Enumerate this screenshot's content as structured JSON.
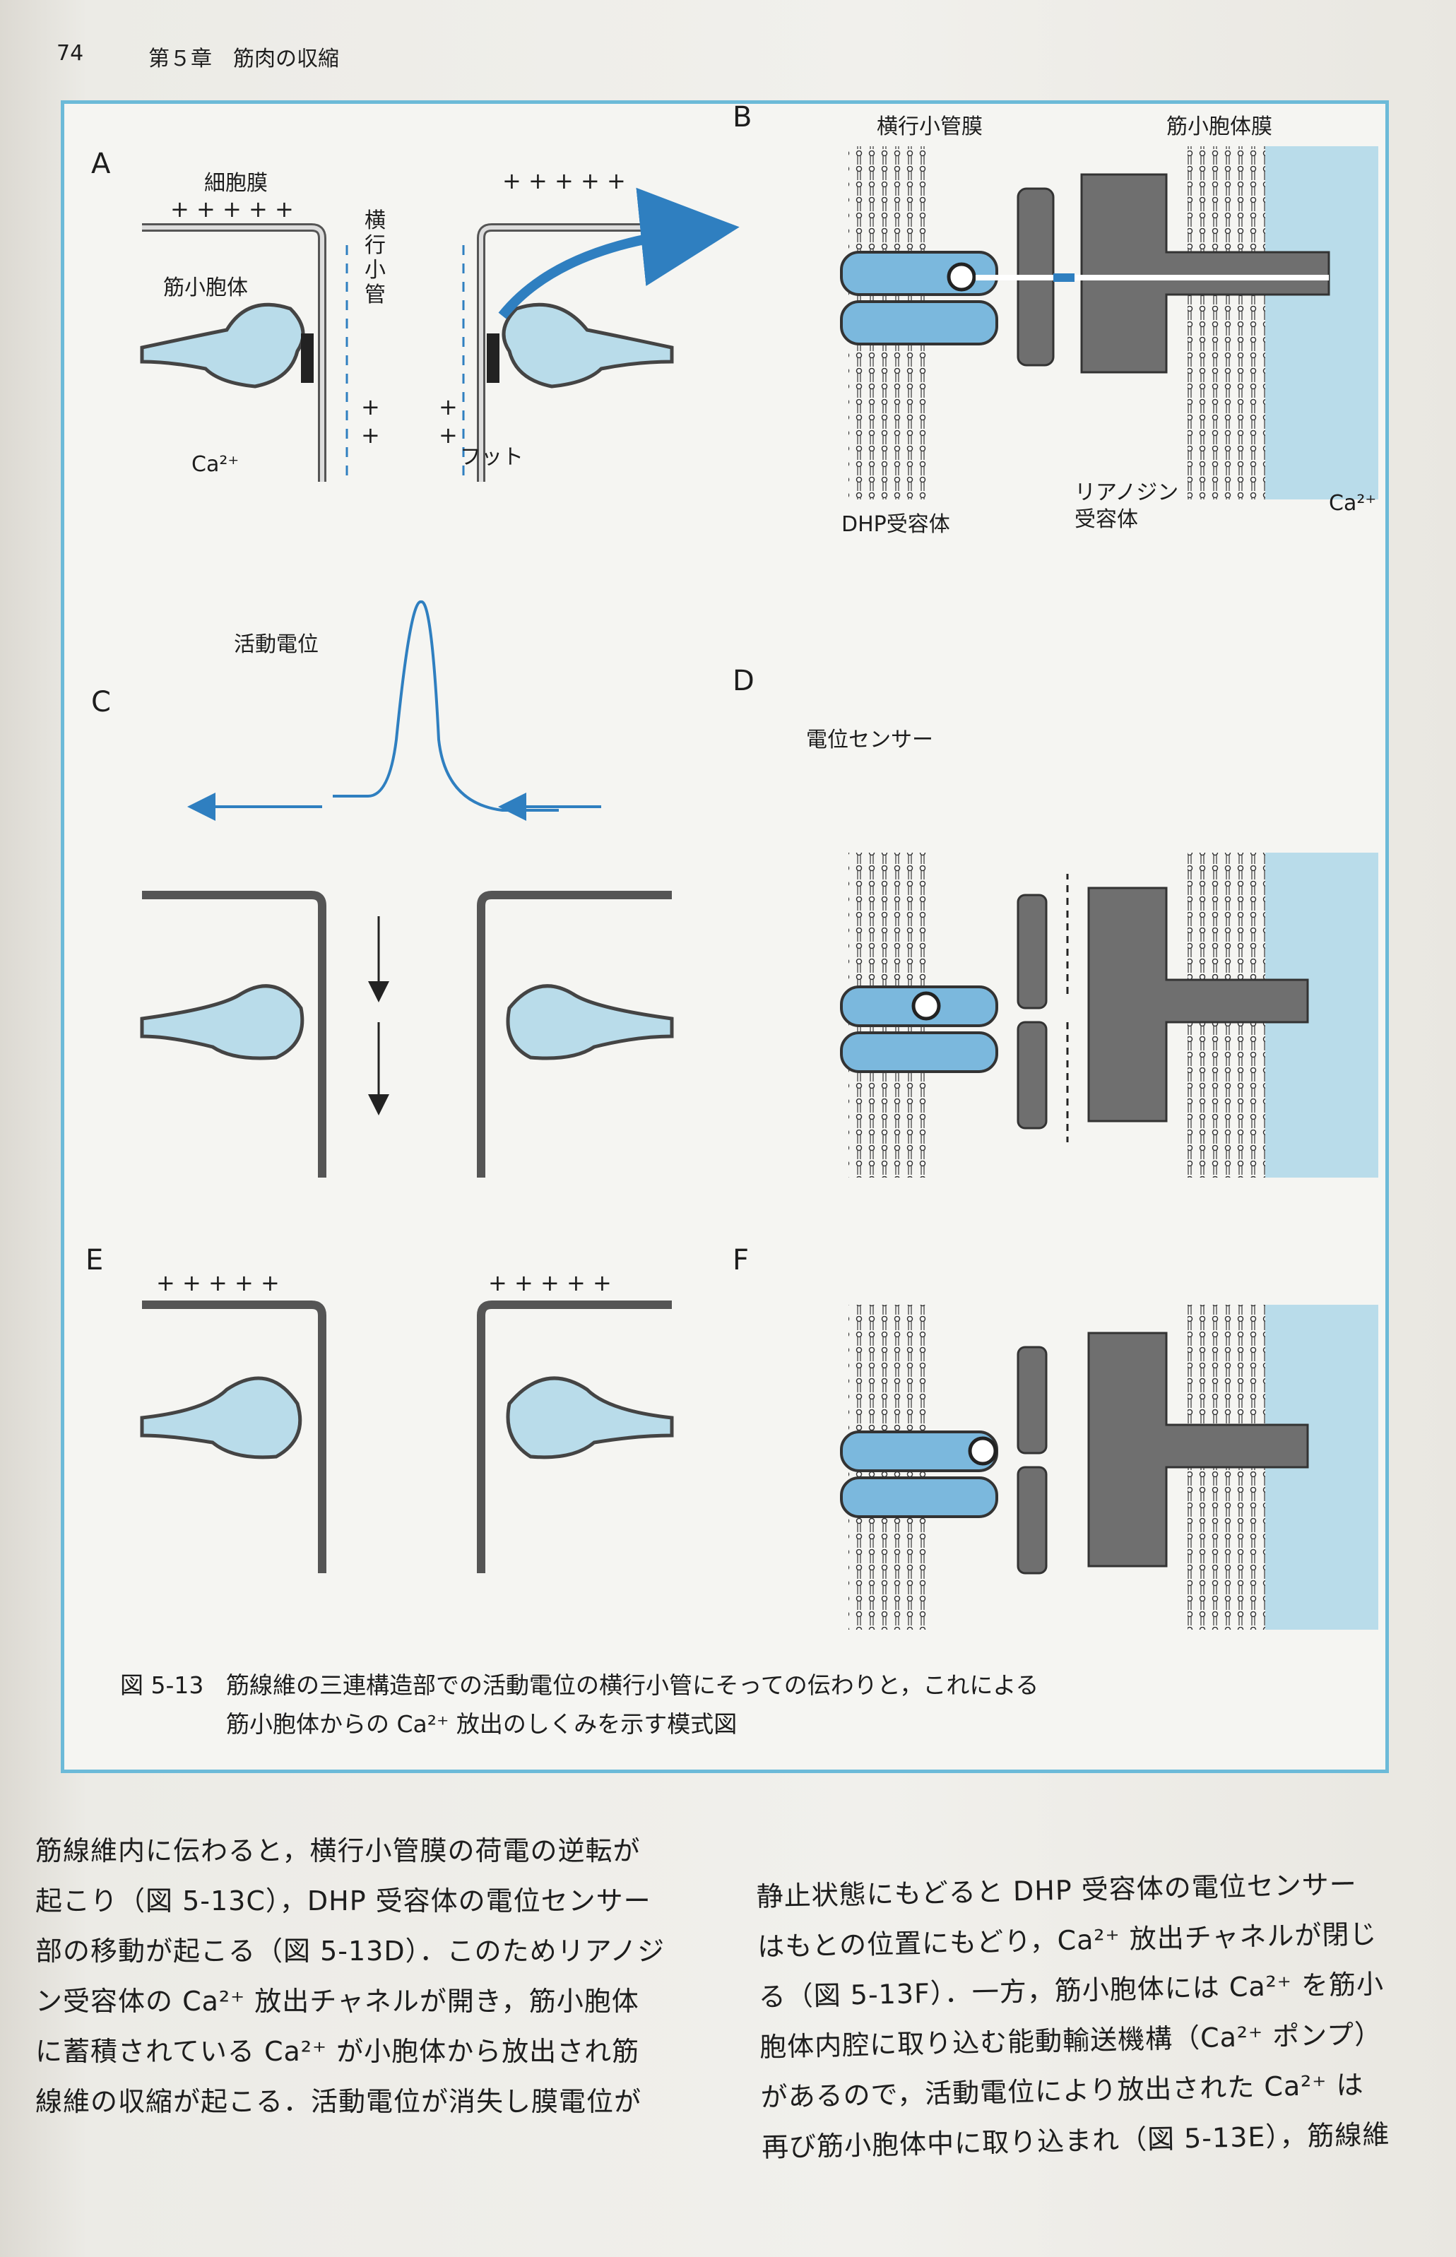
{
  "header": {
    "page_number": "74",
    "chapter": "第５章　筋肉の収縮"
  },
  "figure": {
    "panel_labels": [
      "A",
      "B",
      "C",
      "D",
      "E",
      "F"
    ],
    "panel_a": {
      "cell_membrane": "細胞膜",
      "sr": "筋小胞体",
      "ca": "Ca²⁺",
      "foot": "フット",
      "t_tubule": [
        "横",
        "行",
        "小",
        "管"
      ]
    },
    "panel_b": {
      "t_tubule_membrane": "横行小管膜",
      "sr_membrane": "筋小胞体膜",
      "dhp_receptor": "DHP受容体",
      "ryanodine_receptor_1": "リアノジン",
      "ryanodine_receptor_2": "受容体",
      "ca": "Ca²⁺"
    },
    "panel_c": {
      "action_potential": "活動電位"
    },
    "panel_d": {
      "voltage_sensor": "電位センサー"
    },
    "caption": {
      "number": "図 5-13",
      "line1": "筋線維の三連構造部での活動電位の横行小管にそっての伝わりと，これによる",
      "line2": "筋小胞体からの Ca²⁺ 放出のしくみを示す模式図"
    },
    "colors": {
      "frame": "#6cbad8",
      "fluid": "#b9dcea",
      "blue": "#2f7fc0",
      "receptor": "#6f6f6f"
    }
  },
  "body_text": {
    "left": [
      "筋線維内に伝わると，横行小管膜の荷電の逆転が",
      "起こり（図 5-13C），DHP 受容体の電位センサー",
      "部の移動が起こる（図 5-13D）．このためリアノジ",
      "ン受容体の Ca²⁺ 放出チャネルが開き，筋小胞体",
      "に蓄積されている Ca²⁺ が小胞体から放出され筋",
      "線維の収縮が起こる．活動電位が消失し膜電位が"
    ],
    "right": [
      "静止状態にもどると DHP 受容体の電位センサー",
      "はもとの位置にもどり，Ca²⁺ 放出チャネルが閉じ",
      "る（図 5-13F）．一方，筋小胞体には Ca²⁺ を筋小",
      "胞体内腔に取り込む能動輸送機構（Ca²⁺ ポンプ）",
      "があるので，活動電位により放出された Ca²⁺ は",
      "再び筋小胞体中に取り込まれ（図 5-13E），筋線維"
    ]
  }
}
